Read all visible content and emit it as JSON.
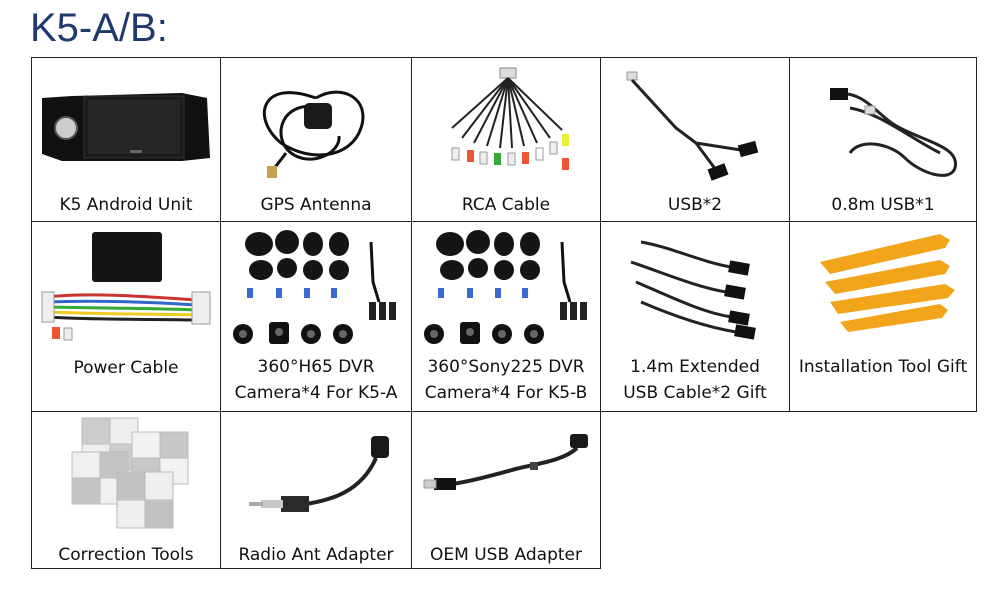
{
  "title": "K5-A/B:",
  "items": [
    {
      "label": "K5 Android Unit",
      "icon": "android-head-unit-icon"
    },
    {
      "label": "GPS Antenna",
      "icon": "gps-antenna-icon"
    },
    {
      "label": "RCA Cable",
      "icon": "rca-cable-icon"
    },
    {
      "label": "USB*2",
      "icon": "usb-cable-icon"
    },
    {
      "label": "0.8m USB*1",
      "icon": "usb-cable-coil-icon"
    },
    {
      "label": "Power Cable",
      "icon": "power-cable-icon"
    },
    {
      "label_line1": "360°H65 DVR",
      "label_line2": "Camera*4 For K5-A",
      "icon": "dvr-camera-kit-icon"
    },
    {
      "label_line1": "360°Sony225 DVR",
      "label_line2": "Camera*4 For K5-B",
      "icon": "dvr-camera-kit-icon"
    },
    {
      "label_line1": "1.4m Extended",
      "label_line2": "USB Cable*2 Gift",
      "icon": "usb-extension-cable-icon"
    },
    {
      "label": "Installation Tool Gift",
      "icon": "pry-tool-icon"
    },
    {
      "label": "Correction Tools",
      "icon": "calibration-cloth-icon"
    },
    {
      "label": "Radio Ant Adapter",
      "icon": "radio-antenna-adapter-icon"
    },
    {
      "label": "OEM USB Adapter",
      "icon": "oem-usb-adapter-icon"
    }
  ]
}
